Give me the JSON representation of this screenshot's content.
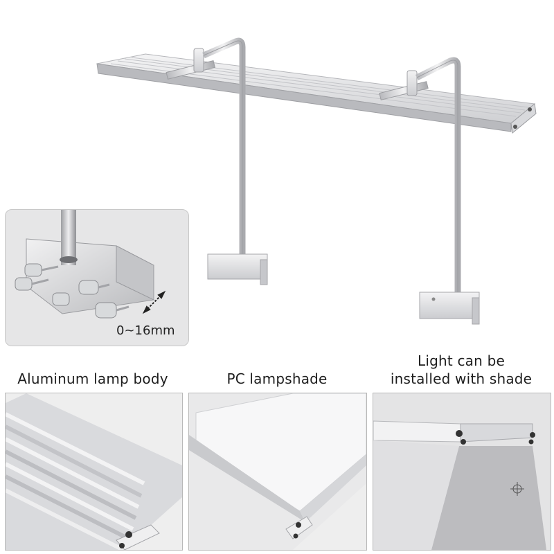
{
  "inset": {
    "clamp_range": "0~16mm"
  },
  "features": [
    {
      "label": "Aluminum lamp body"
    },
    {
      "label": "PC lampshade"
    },
    {
      "label_line1": "Light can be",
      "label_line2": "installed with shade"
    }
  ],
  "colors": {
    "aluminum_light": "#e8e8ea",
    "aluminum_mid": "#c9cacd",
    "aluminum_dark": "#8e9095",
    "shade": "#bcbcbf",
    "panel_bg": "#eeeeee"
  }
}
